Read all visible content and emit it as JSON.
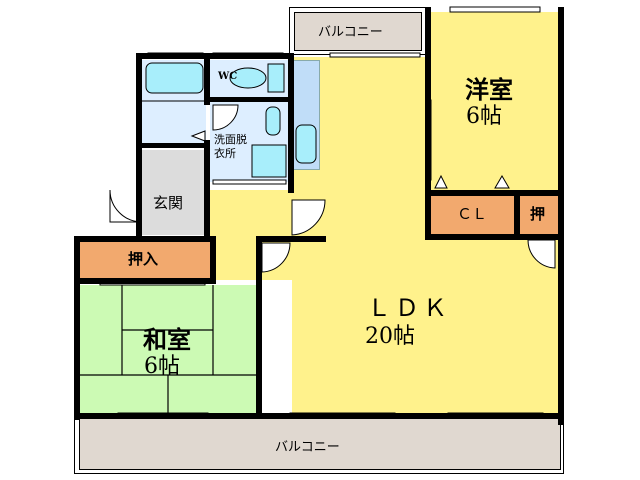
{
  "plan": {
    "rooms": {
      "western_room": {
        "name": "洋室",
        "size": "6帖"
      },
      "ldk": {
        "name": "ＬＤＫ",
        "size": "20帖"
      },
      "japanese_room": {
        "name": "和室",
        "size": "6帖"
      },
      "entrance": {
        "name": "玄関"
      },
      "closet_cl": {
        "name": "ＣＬ"
      },
      "oshiire_small": {
        "name": "押"
      },
      "oshiire": {
        "name": "押入"
      },
      "washroom": {
        "line1": "洗面脱",
        "line2": "衣所"
      },
      "wc": {
        "name": "WC"
      },
      "balcony_top": {
        "name": "バルコニー"
      },
      "balcony_bottom": {
        "name": "バルコニー"
      }
    }
  },
  "colors": {
    "ldk": "#FFF28C",
    "tatami": "#CCFAB4",
    "closet": "#F2A96E",
    "balcony": "#E0D8D0",
    "wet": "#DDEEFF",
    "fixture": "#A8EEFB",
    "entrance": "#DCDCDC",
    "wall": "#000000"
  }
}
